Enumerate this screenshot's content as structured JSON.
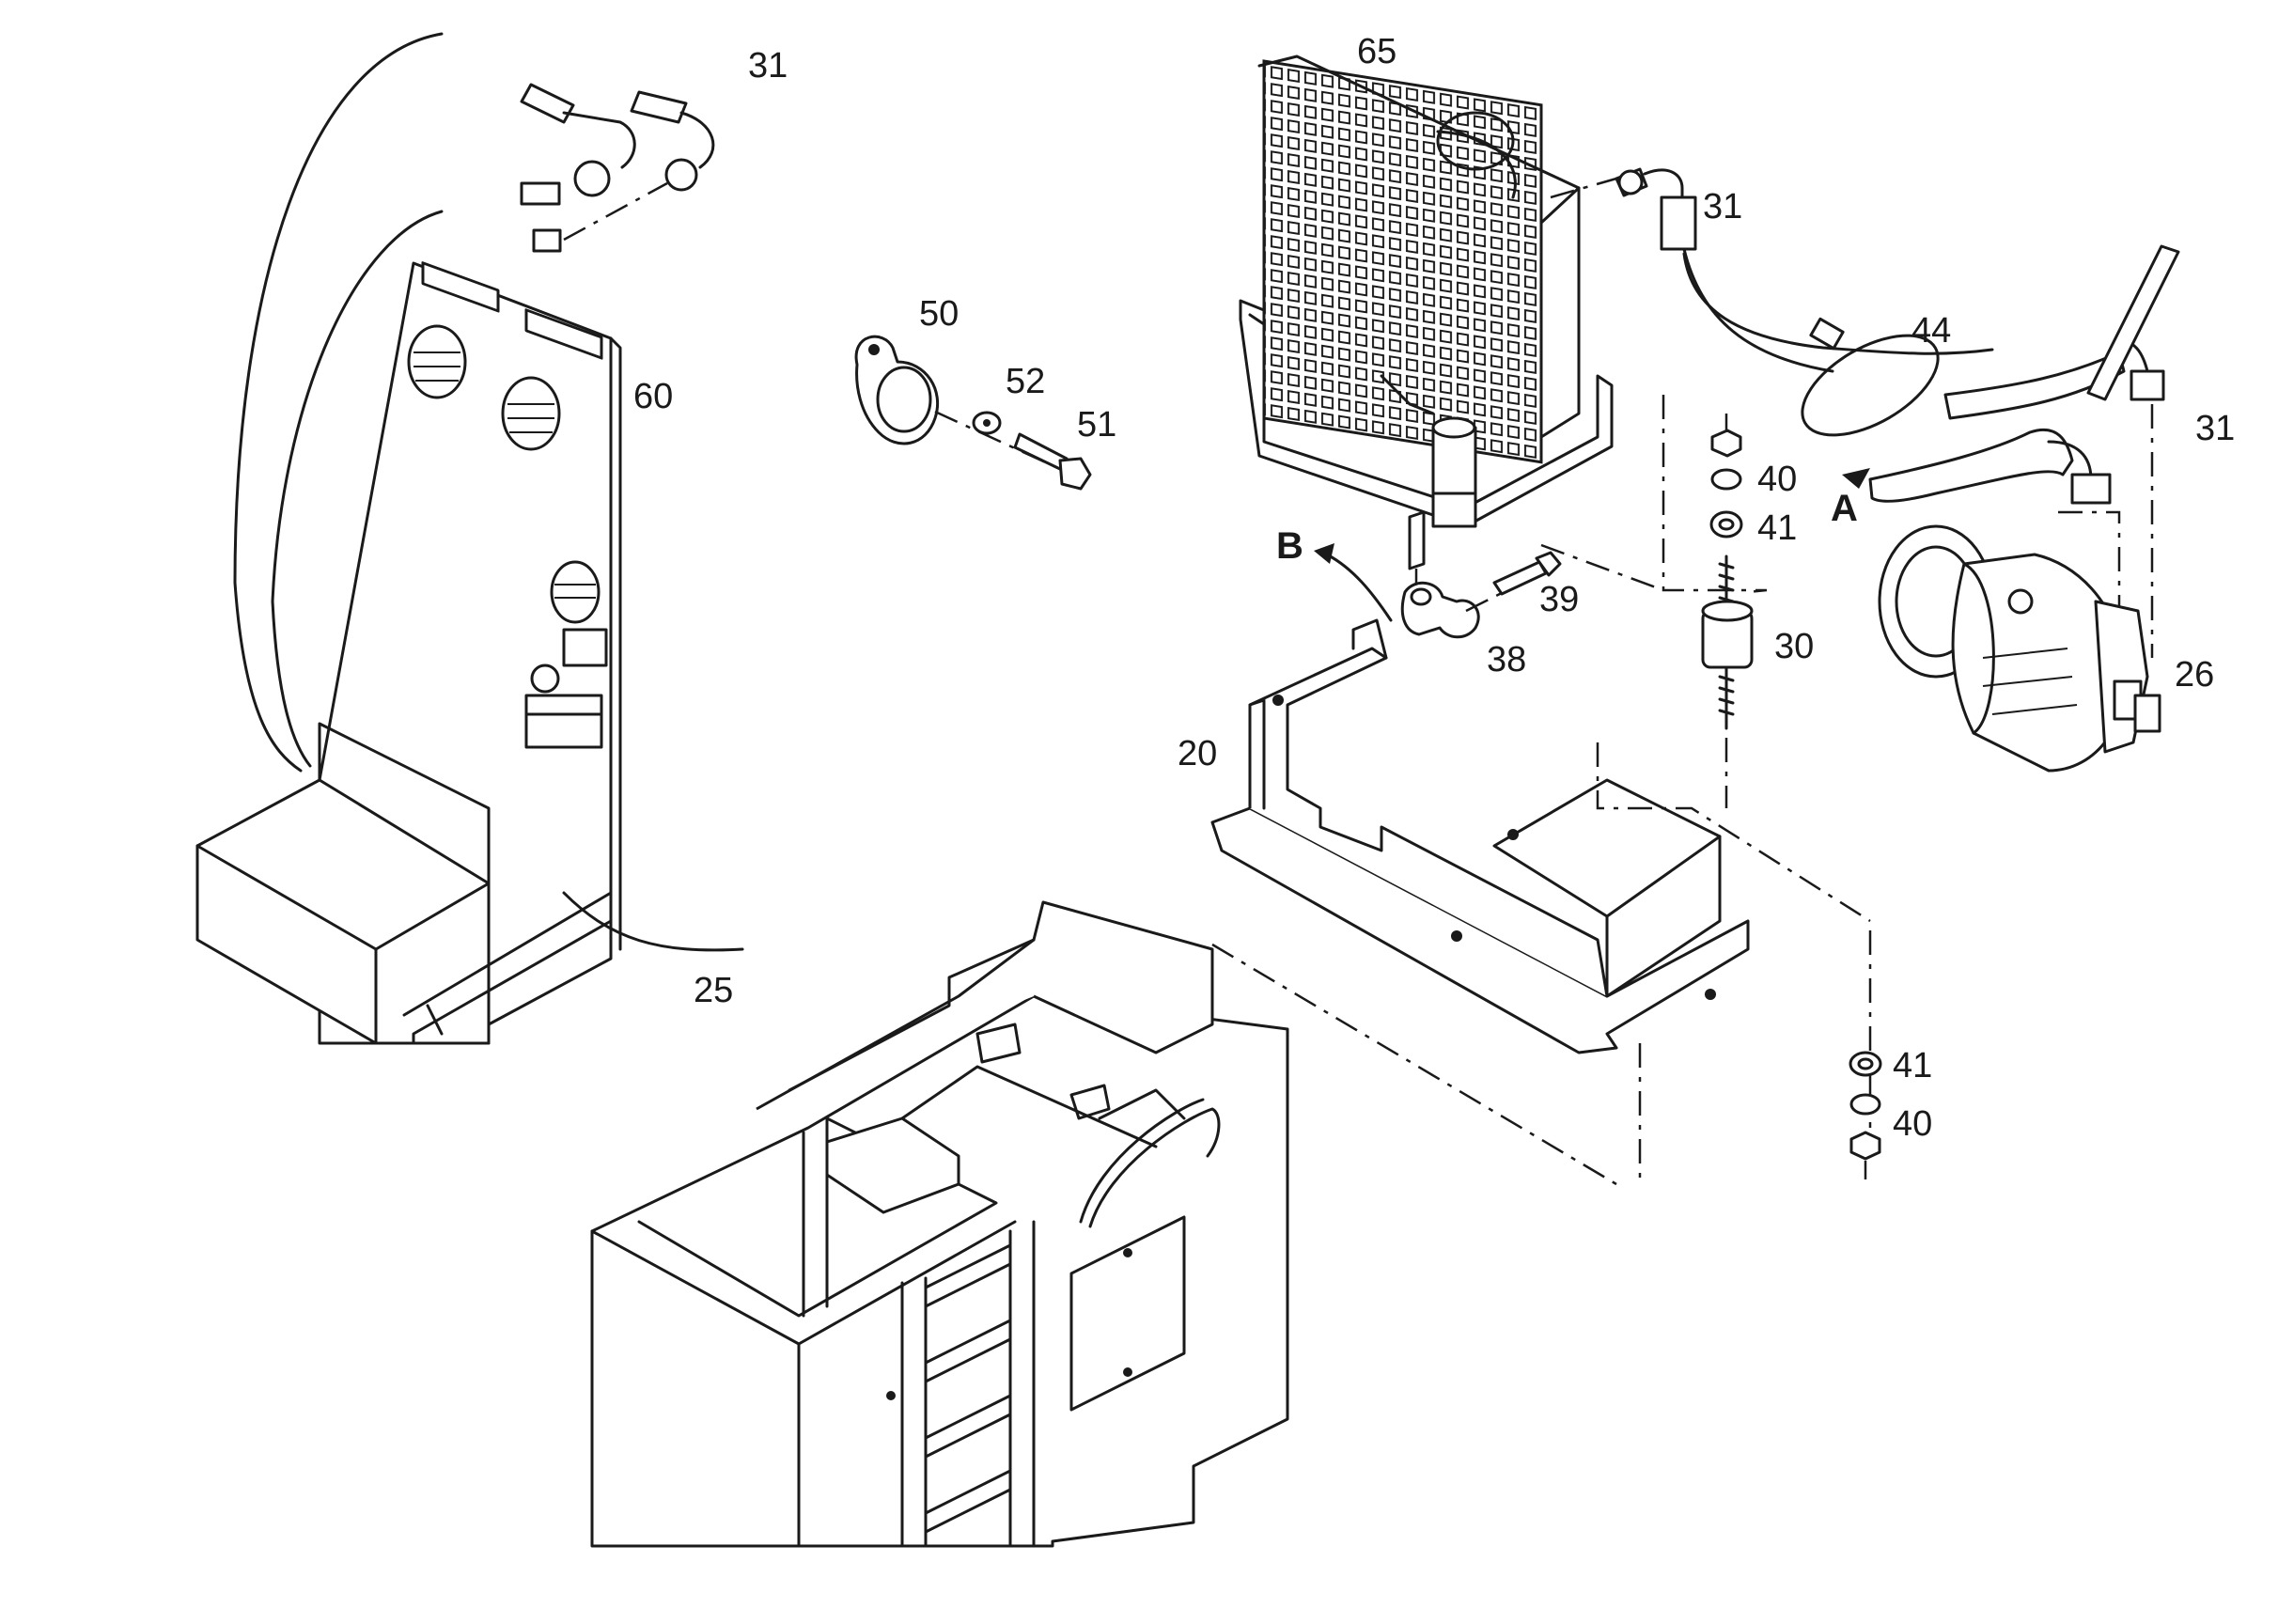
{
  "labels": {
    "p31a": "31",
    "p31b": "31",
    "p31c": "31",
    "p65": "65",
    "p50": "50",
    "p52": "52",
    "p51": "51",
    "p60": "60",
    "p44": "44",
    "p40a": "40",
    "p41a": "41",
    "p40b": "40",
    "p41b": "41",
    "p39": "39",
    "p38": "38",
    "p30": "30",
    "p26": "26",
    "p20": "20",
    "p25": "25",
    "ref_a": "A",
    "ref_b": "B"
  }
}
